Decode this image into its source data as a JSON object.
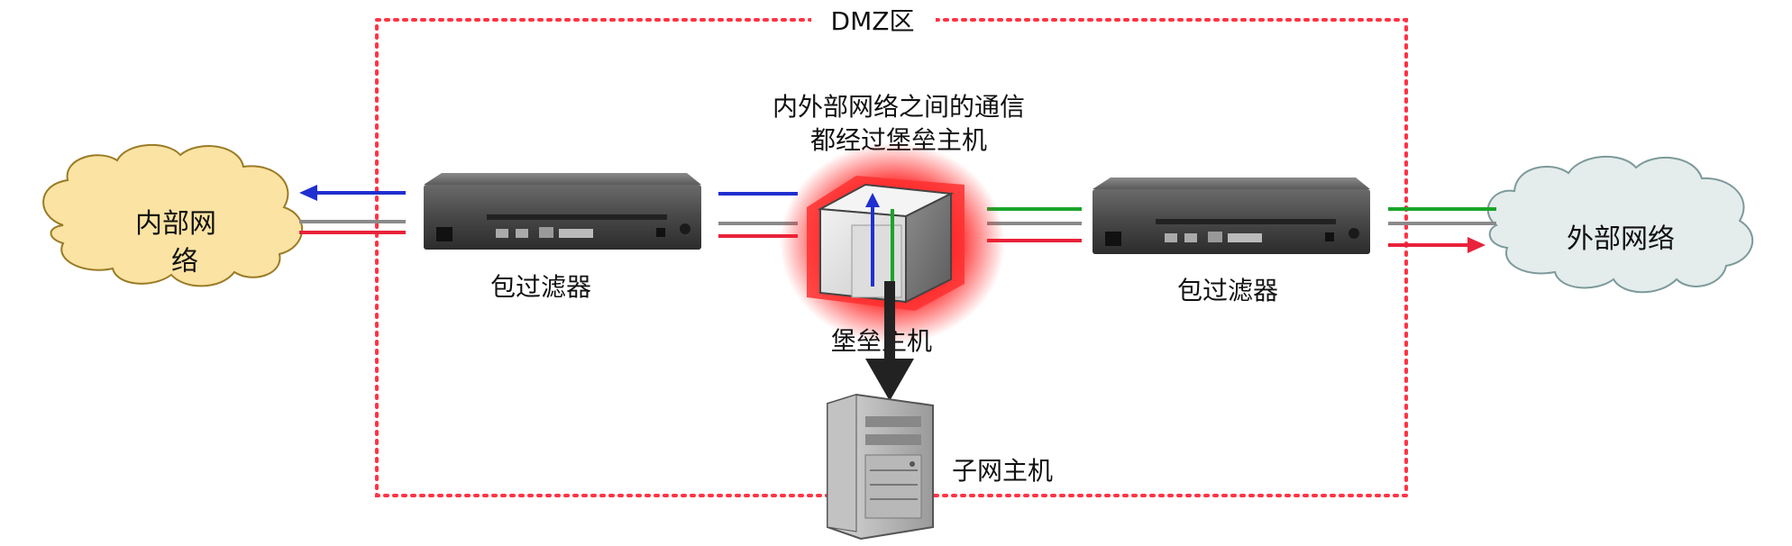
{
  "dmz": {
    "label": "DMZ区"
  },
  "description": {
    "line1": "内外部网络之间的通信",
    "line2": "都经过堡垒主机"
  },
  "internal_network": {
    "line1": "内部网",
    "line2": "络"
  },
  "external_network": {
    "label": "外部网络"
  },
  "left_filter": {
    "label": "包过滤器"
  },
  "right_filter": {
    "label": "包过滤器"
  },
  "bastion_host": {
    "label": "堡垒主机"
  },
  "subnet_host": {
    "label": "子网主机"
  },
  "colors": {
    "dmz_border": "#ff3344",
    "internal_cloud": "#fbe3a3",
    "external_cloud": "#e4ecec",
    "line_blue": "#1f2fd0",
    "line_gray": "#8a8a8a",
    "line_red": "#e8223a",
    "line_green": "#1aa52a",
    "bastion_glow": "#ff2a2a"
  }
}
